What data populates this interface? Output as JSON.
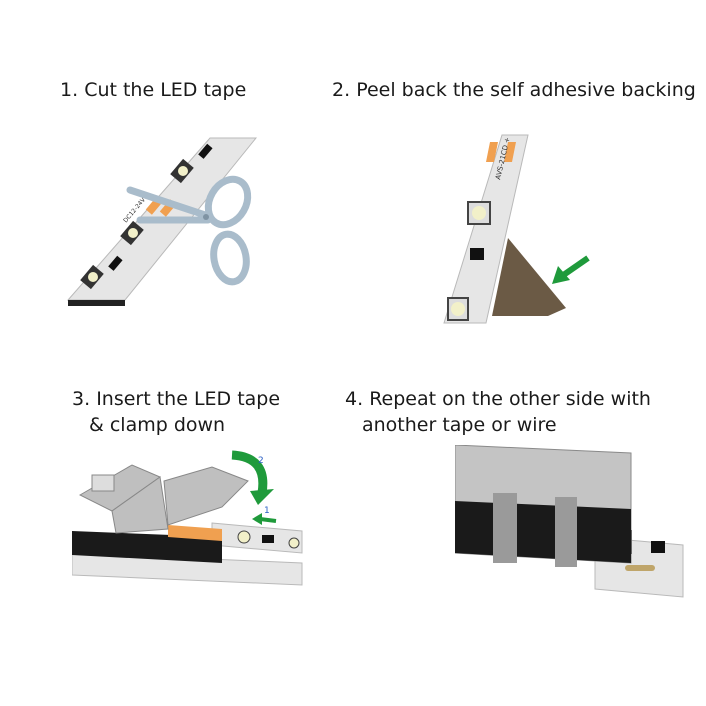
{
  "steps": [
    {
      "number": "1.",
      "lines": [
        "Cut the LED tape"
      ]
    },
    {
      "number": "2.",
      "lines": [
        "Peel back the self adhesive backing"
      ]
    },
    {
      "number": "3.",
      "lines": [
        "Insert the LED tape",
        "& clamp down"
      ]
    },
    {
      "number": "4.",
      "lines": [
        "Repeat on the other side with",
        "another tape or wire"
      ]
    }
  ],
  "tape_marking": "DC12-24V",
  "tape_marking_mirrored": "AVS-21CD +",
  "arrow_labels": {
    "rotate": "2",
    "push": "1"
  },
  "colors": {
    "tape": "#e6e6e6",
    "tape_edge": "#b9b9b9",
    "led_warm": "#f2f0c9",
    "copper_pad": "#f0a050",
    "scissors": "#a9bccb",
    "backing": "#6b5a45",
    "arrow_green": "#1f9a3b",
    "label_blue": "#2a5fc4",
    "connector_clear": "#bfbfbf",
    "connector_black": "#1a1a1a"
  }
}
